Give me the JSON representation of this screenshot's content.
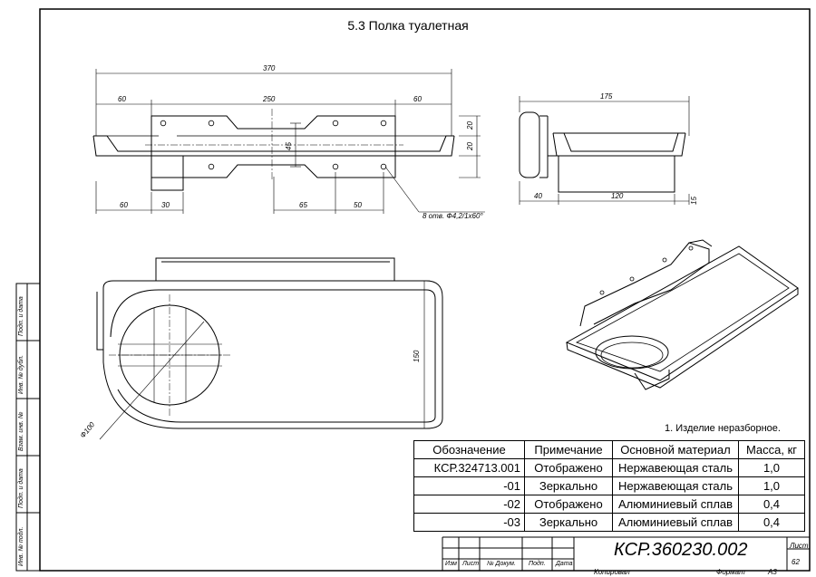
{
  "title": "5.3 Полка туалетная",
  "dimensions": {
    "front_total": "370",
    "front_left": "60",
    "front_mid": "250",
    "front_right": "60",
    "front_h1": "20",
    "front_h2": "20",
    "front_h3": "45",
    "front_bot_60": "60",
    "front_bot_30": "30",
    "front_bot_65": "65",
    "front_bot_50": "50",
    "holes_note": "8 отв. Ф4,2/1х60°",
    "side_total": "175",
    "side_40": "40",
    "side_120": "120",
    "side_15": "15",
    "plan_150": "150",
    "plan_dia": "Ф100"
  },
  "note": "1. Изделие неразборное.",
  "spec_table": {
    "headers": [
      "Обозначение",
      "Примечание",
      "Основной материал",
      "Масса, кг"
    ],
    "rows": [
      [
        "КСР.324713.001",
        "Отображено",
        "Нержавеющая сталь",
        "1,0"
      ],
      [
        "-01",
        "Зеркально",
        "Нержавеющая сталь",
        "1,0"
      ],
      [
        "-02",
        "Отображено",
        "Алюминиевый сплав",
        "0,4"
      ],
      [
        "-03",
        "Зеркально",
        "Алюминиевый сплав",
        "0,4"
      ]
    ]
  },
  "title_block": {
    "doc_code": "КСР.360230.002",
    "sheet_label": "Лист",
    "sheet_no": "62",
    "cols": [
      "Изм",
      "Лист",
      "№ Докум.",
      "Подп.",
      "Дата"
    ],
    "copied": "Копировал",
    "format": "Формат",
    "format_value": "А3"
  },
  "side_labels": [
    "Подп. и дата",
    "Инв. № дубл.",
    "Взам. инв. №",
    "Подп. и дата",
    "Инв. № подл."
  ]
}
